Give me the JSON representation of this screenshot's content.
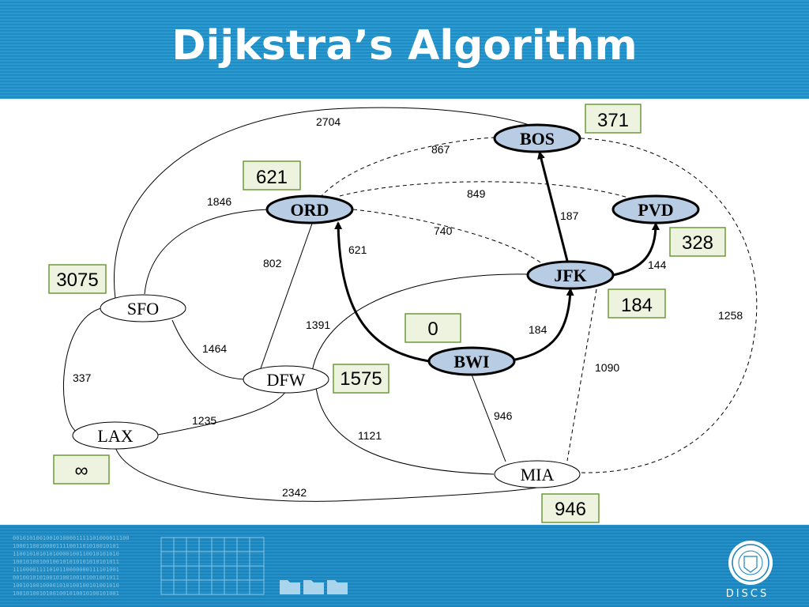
{
  "title": "Dijkstra’s Algorithm",
  "nodes": {
    "BOS": "BOS",
    "ORD": "ORD",
    "PVD": "PVD",
    "JFK": "JFK",
    "BWI": "BWI",
    "SFO": "SFO",
    "DFW": "DFW",
    "LAX": "LAX",
    "MIA": "MIA"
  },
  "distances": {
    "BOS": "371",
    "ORD": "621",
    "PVD": "328",
    "JFK": "184",
    "BWI": "0",
    "SFO": "3075",
    "DFW": "1575",
    "LAX": "∞",
    "MIA": "946"
  },
  "edges": {
    "sfo_bos": "2704",
    "ord_bos": "867",
    "ord_pvd": "849",
    "sfo_ord": "1846",
    "ord_jfk": "740",
    "jfk_bos": "187",
    "ord_bwi": "621",
    "jfk_pvd": "144",
    "ord_dfw": "802",
    "dfw_jfk": "1391",
    "bwi_jfk": "184",
    "bos_mia": "1258",
    "sfo_dfw": "1464",
    "jfk_mia": "1090",
    "sfo_lax": "337",
    "bwi_mia": "946",
    "lax_dfw": "1235",
    "dfw_mia": "1121",
    "lax_mia": "2342"
  },
  "binary_text": "00101010010010100001111101000011100\n10001100100001111001101010010101\n11001010101010000100110010101010\n10010100100100101010101010101011\n11100001111010110000000111101001\n00100101010010100100101001001011\n10010100100001010100100101001010\n10010100101001001010010100101001",
  "logo": {
    "label": "DISCS"
  },
  "colors": {
    "header": "#2a9ad0",
    "node_highlight": "#b8cce4",
    "distance_box": "#eef3df",
    "distance_border": "#6d9a3a"
  }
}
